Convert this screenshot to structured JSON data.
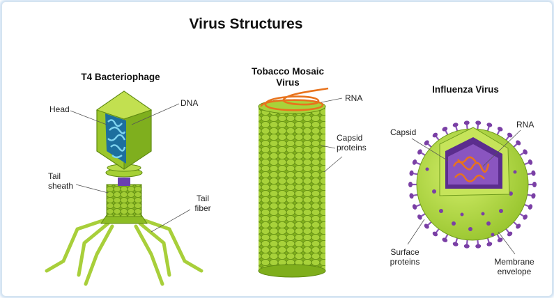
{
  "title": "Virus Structures",
  "sections": [
    {
      "title": "T4 Bacteriophage",
      "labels": {
        "head": "Head",
        "dna": "DNA",
        "tail_sheath": "Tail sheath",
        "tail_fiber": "Tail fiber"
      }
    },
    {
      "title": "Tobacco Mosaic Virus",
      "labels": {
        "rna": "RNA",
        "capsid_proteins": "Capsid proteins"
      }
    },
    {
      "title": "Influenza Virus",
      "labels": {
        "capsid": "Capsid",
        "rna": "RNA",
        "surface_proteins": "Surface proteins",
        "membrane_envelope": "Membrane envelope"
      }
    }
  ],
  "colors": {
    "capsid_green": "#9bc62a",
    "dark_green": "#5f8a12",
    "nucleic_blue": "#2f8fc4",
    "rna_orange": "#e8731d",
    "envelope_purple": "#7a3fa5",
    "spike_purple": "#8a55b8"
  }
}
